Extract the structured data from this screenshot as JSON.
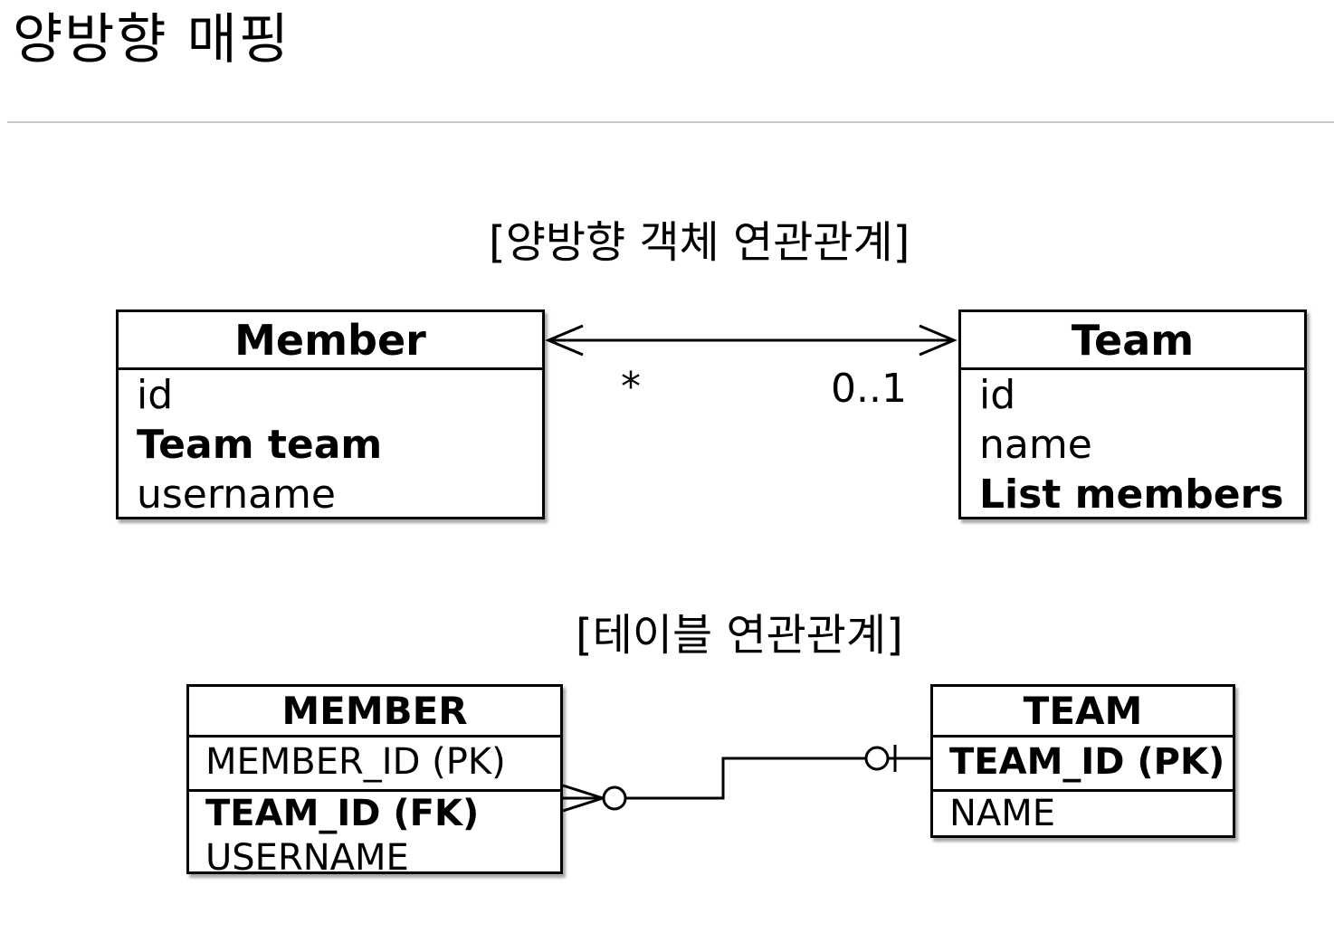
{
  "title": "양방향 매핑",
  "object_section": {
    "caption": "[양방향 객체 연관관계]",
    "member": {
      "name": "Member",
      "fields": [
        {
          "text": "id",
          "bold": false
        },
        {
          "text": "Team team",
          "bold": true
        },
        {
          "text": "username",
          "bold": false
        }
      ]
    },
    "team": {
      "name": "Team",
      "fields": [
        {
          "text": "id",
          "bold": false
        },
        {
          "text": "name",
          "bold": false
        },
        {
          "text": "List members",
          "bold": true
        }
      ]
    },
    "member_multiplicity": "*",
    "team_multiplicity": "0..1"
  },
  "table_section": {
    "caption": "[테이블 연관관계]",
    "member_table": {
      "name": "MEMBER",
      "columns": [
        {
          "text": "MEMBER_ID (PK)",
          "bold": false
        },
        {
          "text": "TEAM_ID (FK)",
          "bold": true
        },
        {
          "text": "USERNAME",
          "bold": false
        }
      ]
    },
    "team_table": {
      "name": "TEAM",
      "columns": [
        {
          "text": "TEAM_ID (PK)",
          "bold": true
        },
        {
          "text": "NAME",
          "bold": false
        }
      ]
    }
  }
}
